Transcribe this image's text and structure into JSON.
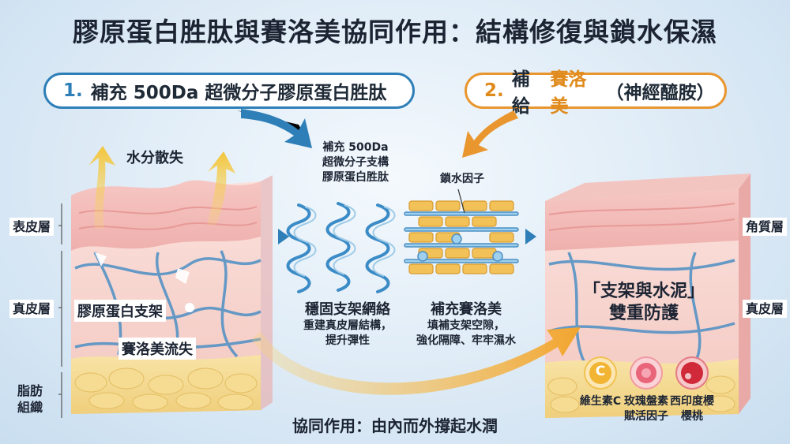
{
  "title": "膠原蛋白胜肽與賽洛美協同作用：結構修復與鎖水保濕",
  "step1": {
    "num": "1.",
    "text": "補充 500Da 超微分子膠原蛋白胜肽"
  },
  "step2": {
    "num": "2.",
    "text_before": "補給",
    "highlight": "賽洛美",
    "text_after": "（神經醯胺）"
  },
  "left_layers": {
    "epidermis": "表皮層",
    "dermis": "真皮層",
    "fat_line1": "脂肪",
    "fat_line2": "組織"
  },
  "right_layers": {
    "stratum": "角質層",
    "dermis": "真皮層"
  },
  "left_skin": {
    "water_loss": "水分散失",
    "collagen_frame": "膠原蛋白支架",
    "ceramide_loss": "賽洛美流失"
  },
  "middle": {
    "peptide_l1": "補充 500Da",
    "peptide_l2": "超微分子支構",
    "peptide_l3": "膠原蛋白胜肽",
    "lock_factor": "鎖水因子",
    "frame_title": "穩固支架網絡",
    "frame_desc_l1": "重建真皮層結構，",
    "frame_desc_l2": "提升彈性",
    "cer_title": "補充賽洛美",
    "cer_desc_l1": "填補支架空隙，",
    "cer_desc_l2": "強化隔障、牢牢濕水"
  },
  "right_skin": {
    "protect_l1": "「支架與水泥」",
    "protect_l2": "雙重防護"
  },
  "ingredients": [
    {
      "icon": "C",
      "label_l1": "維生素C",
      "label_l2": ""
    },
    {
      "icon": "",
      "label_l1": "玫瑰盤素",
      "label_l2": "賦活因子"
    },
    {
      "icon": "",
      "label_l1": "西印度櫻",
      "label_l2": "櫻桃"
    }
  ],
  "bottom_caption": "協同作用：由內而外撐起水潤",
  "colors": {
    "blue": "#2e7fb8",
    "orange": "#e9962e",
    "skin_pink": "#f2b6b4",
    "fat_yellow": "#f3d788"
  }
}
